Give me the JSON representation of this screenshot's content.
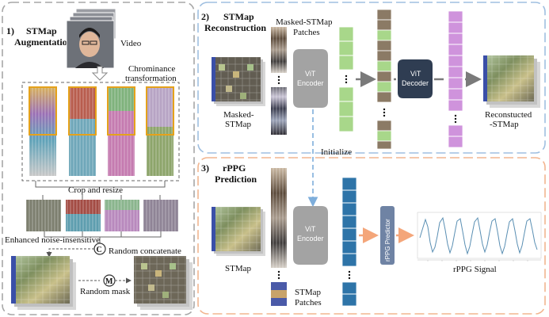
{
  "panel1": {
    "number": "1)",
    "title_line1": "STMap",
    "title_line2": "Augmentation",
    "video_label": "Video",
    "chrominance_line1": "Chrominance",
    "chrominance_line2": "transformation",
    "crop_label": "Crop and resize",
    "enhanced_label": "Enhanced noise-insensitive",
    "concat_symbol": "C",
    "concat_label": "Random concatenate",
    "mask_symbol": "M",
    "mask_label": "Random mask"
  },
  "panel2": {
    "number": "2)",
    "title_line1": "STMap",
    "title_line2": "Reconstruction",
    "patches_line1": "Masked-STMap",
    "patches_line2": "Patches",
    "input_line1": "Masked-",
    "input_line2": "STMap",
    "encoder_line1": "ViT",
    "encoder_line2": "Encoder",
    "decoder_line1": "ViT",
    "decoder_line2": "Decoder",
    "output_line1": "Reconstucted",
    "output_line2": "-STMap",
    "initialize_label": "Initialize"
  },
  "panel3": {
    "number": "3)",
    "title_line1": "rPPG",
    "title_line2": "Prediction",
    "input_label": "STMap",
    "patches_line1": "STMap",
    "patches_line2": "Patches",
    "encoder_line1": "ViT",
    "encoder_line2": "Encoder",
    "predictor_label": "rPPG Predictor",
    "signal_label": "rPPG Signal"
  },
  "colors": {
    "panel_border": "#a7a7a7",
    "recon_border": "#9fbfe0",
    "pred_border": "#f2b58f",
    "token_green": "#a8d78a",
    "token_brown": "#8b7a65",
    "token_violet": "#cf93dc",
    "token_blue": "#2e74a8",
    "encoder_gray": "#a3a3a3",
    "decoder_navy": "#2f3d52",
    "predictor_slate": "#6f83a4",
    "signal_line": "#5a8fb3",
    "arrow_orange": "#f4a67a",
    "arrow_blue": "#7eaedb",
    "arrow_gray": "#7a7a7a"
  }
}
